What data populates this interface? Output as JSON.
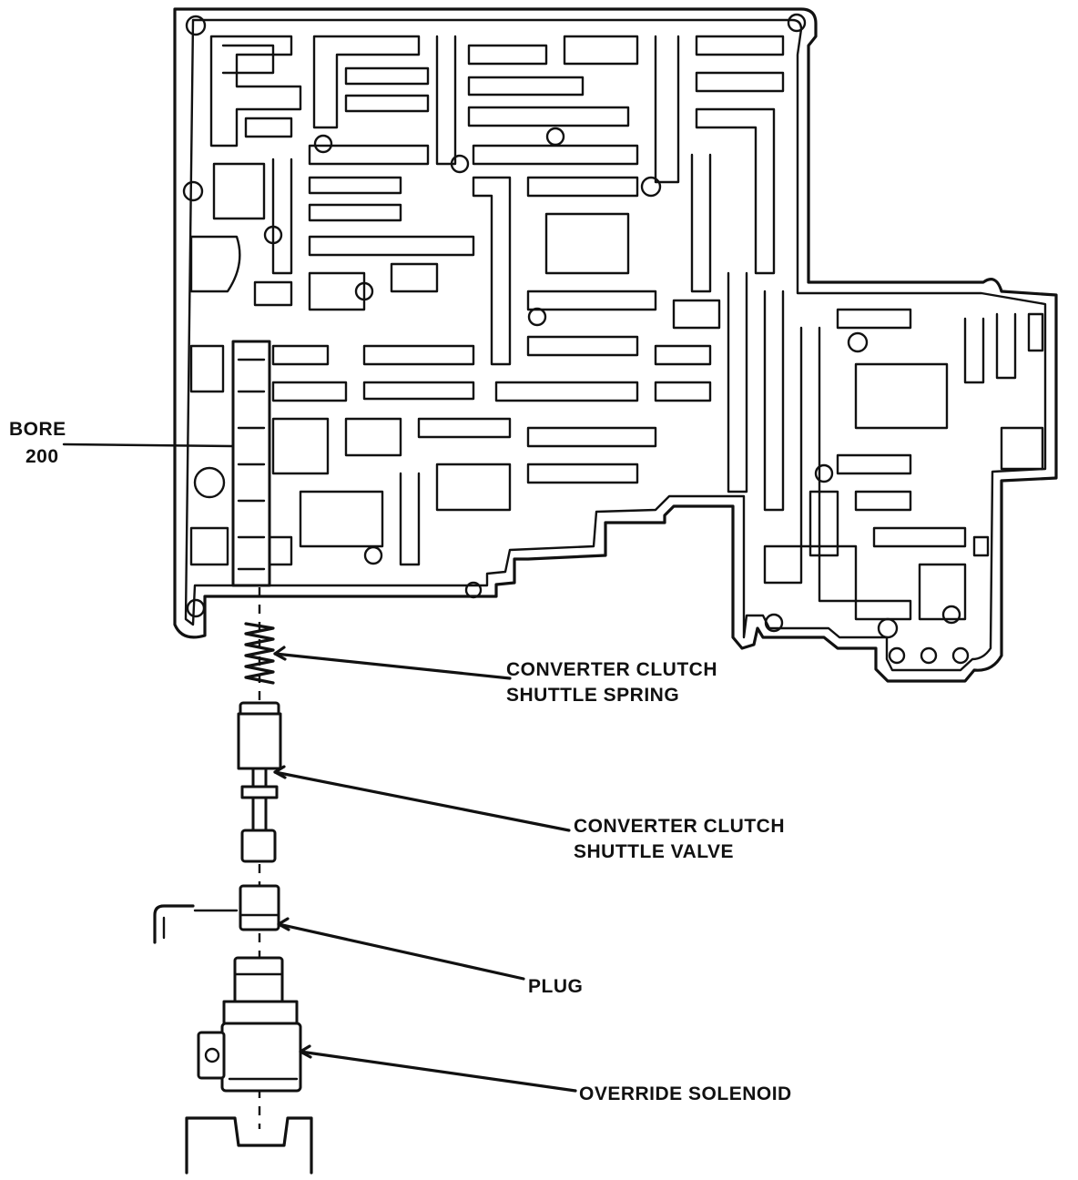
{
  "labels": {
    "bore_line1": "BORE",
    "bore_line2": "200",
    "spring_line1": "CONVERTER CLUTCH",
    "spring_line2": "SHUTTLE SPRING",
    "valve_line1": "CONVERTER CLUTCH",
    "valve_line2": "SHUTTLE VALVE",
    "plug": "PLUG",
    "solenoid": "OVERRIDE SOLENOID"
  },
  "colors": {
    "ink": "#111111",
    "paper": "#ffffff"
  }
}
